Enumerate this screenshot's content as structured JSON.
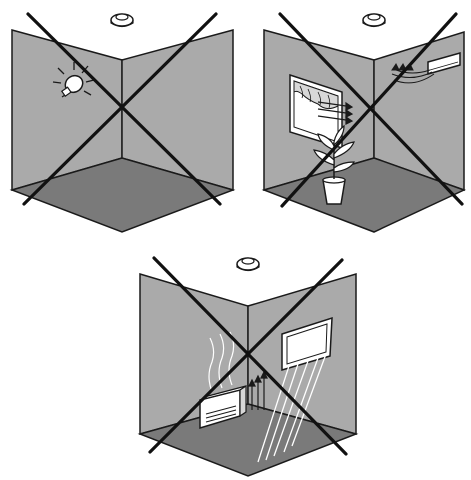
{
  "figure": {
    "panels": [
      {
        "id": "panel-light-source",
        "status": "not-allowed",
        "elements": [
          "smoke-detector-icon",
          "light-bulb-icon",
          "cross-out-icon"
        ]
      },
      {
        "id": "panel-window-plant-air-conditioner",
        "status": "not-allowed",
        "elements": [
          "smoke-detector-icon",
          "window-with-curtain-icon",
          "airflow-arrows-icon",
          "potted-plant-icon",
          "air-conditioner-icon",
          "cross-out-icon"
        ]
      },
      {
        "id": "panel-heater-sunlight",
        "status": "not-allowed",
        "elements": [
          "smoke-detector-icon",
          "heater-icon",
          "heat-rising-icon",
          "window-icon",
          "sunlight-rays-icon",
          "cross-out-icon"
        ]
      }
    ],
    "colors": {
      "wall": "#aaaaaa",
      "floor": "#7a7a7a",
      "outline": "#1a1a1a",
      "cross": "#111111",
      "background": "#ffffff"
    }
  }
}
